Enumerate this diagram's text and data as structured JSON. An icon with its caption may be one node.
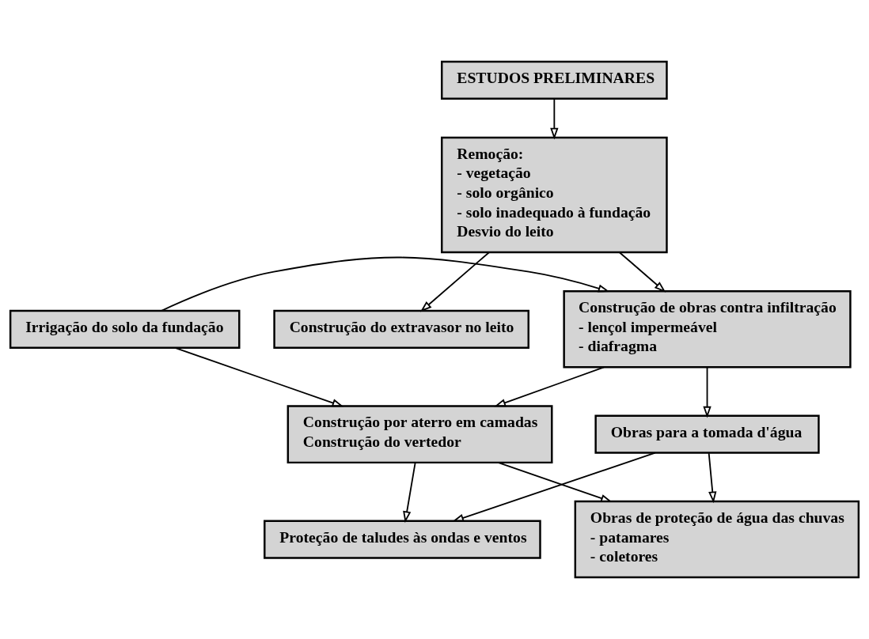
{
  "diagram": {
    "nodes": [
      {
        "text": [
          "ESTUDOS PRELIMINARES"
        ]
      },
      {
        "text": [
          "Remoção:",
          "- vegetação",
          "- solo orgânico",
          "- solo inadequado à fundação",
          "Desvio do leito"
        ]
      },
      {
        "text": [
          "Irrigação do solo da fundação"
        ]
      },
      {
        "text": [
          "Construção de obras contra infiltração",
          "- lençol impermeável",
          "- diafragma"
        ]
      },
      {
        "text": [
          "Construção do extravasor no leito"
        ]
      },
      {
        "text": [
          "Construção por aterro em camadas",
          "Construção do vertedor"
        ]
      },
      {
        "text": [
          "Obras para a tomada d'água"
        ]
      },
      {
        "text": [
          "Proteção de taludes às ondas e ventos"
        ]
      },
      {
        "text": [
          "Obras de proteção de água das chuvas",
          "- patamares",
          "- coletores"
        ]
      }
    ],
    "edges": [
      {
        "from": 0,
        "to": 1,
        "arrow": "to"
      },
      {
        "from": 1,
        "to": 3,
        "arrow": "to"
      },
      {
        "from": 1,
        "to": 4,
        "arrow": "to"
      },
      {
        "from": 2,
        "to": 3,
        "arrow": "to"
      },
      {
        "from": 2,
        "to": 5,
        "arrow": "to"
      },
      {
        "from": 3,
        "to": 5,
        "arrow": "to"
      },
      {
        "from": 3,
        "to": 6,
        "arrow": "to"
      },
      {
        "from": 5,
        "to": 7,
        "arrow": "to"
      },
      {
        "from": 5,
        "to": 8,
        "arrow": "to"
      },
      {
        "from": 6,
        "to": 7,
        "arrow": "to"
      },
      {
        "from": 6,
        "to": 8,
        "arrow": "to"
      }
    ]
  }
}
